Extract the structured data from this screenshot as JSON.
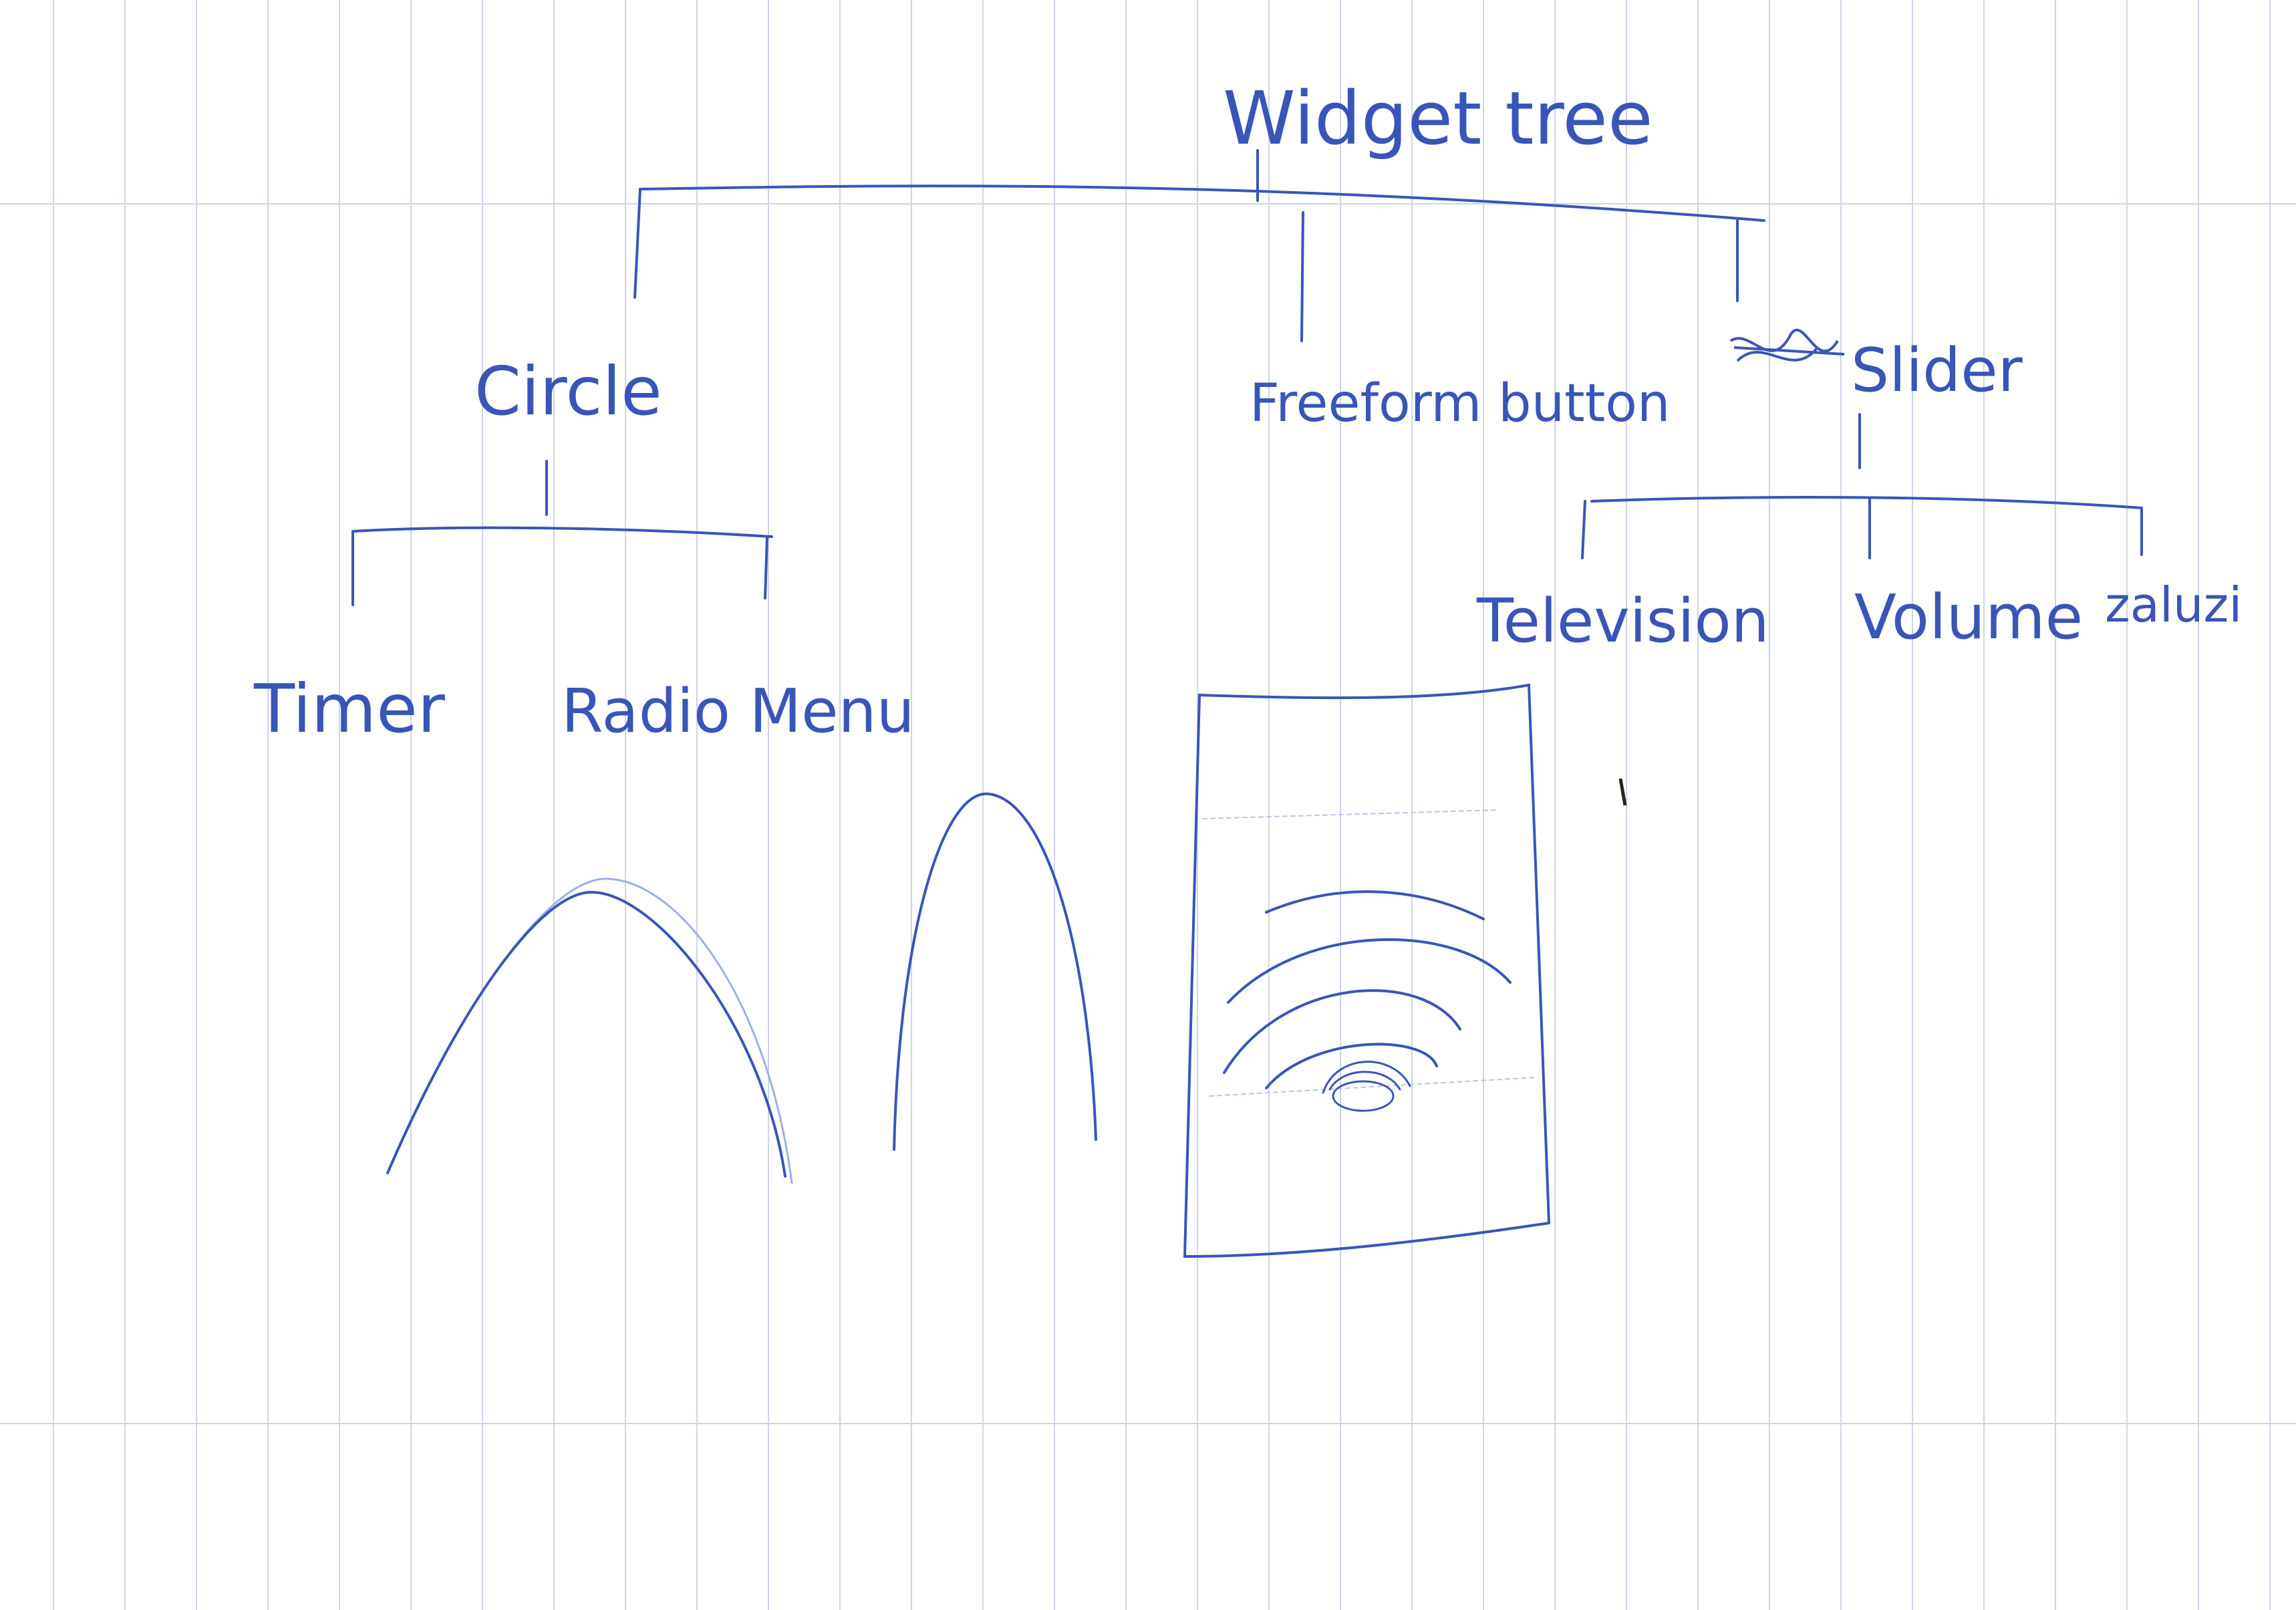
{
  "title": "Widget tree",
  "ink_color": "#3a55b8",
  "paper": {
    "background": "#ffffff",
    "rule_color": "#cfd3e6"
  },
  "nodes": {
    "root": "Widget tree",
    "circle": "Circle",
    "freeform_button": "Freeform button",
    "slider": "Slider",
    "timer": "Timer",
    "radio_menu": "Radio Menu",
    "television": "Television",
    "volume": "Volume",
    "zaluzi": "zaluzi"
  }
}
